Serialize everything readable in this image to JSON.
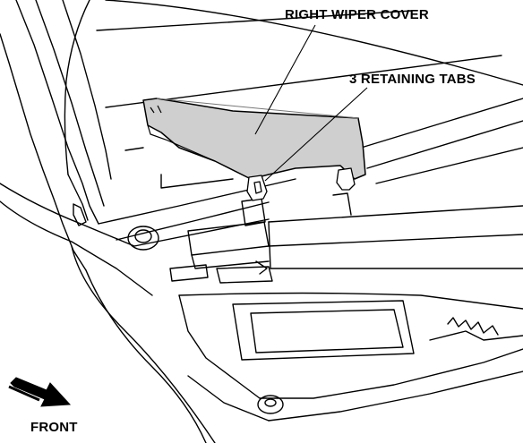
{
  "labels": {
    "wiper_cover": "RIGHT WIPER COVER",
    "retaining_tabs": "3 RETAINING TABS",
    "front": "FRONT"
  },
  "colors": {
    "line": "#000000",
    "cover_fill": "#cfcfcf",
    "background": "#ffffff"
  },
  "icons": {
    "direction_arrow": "front-arrow-icon"
  }
}
